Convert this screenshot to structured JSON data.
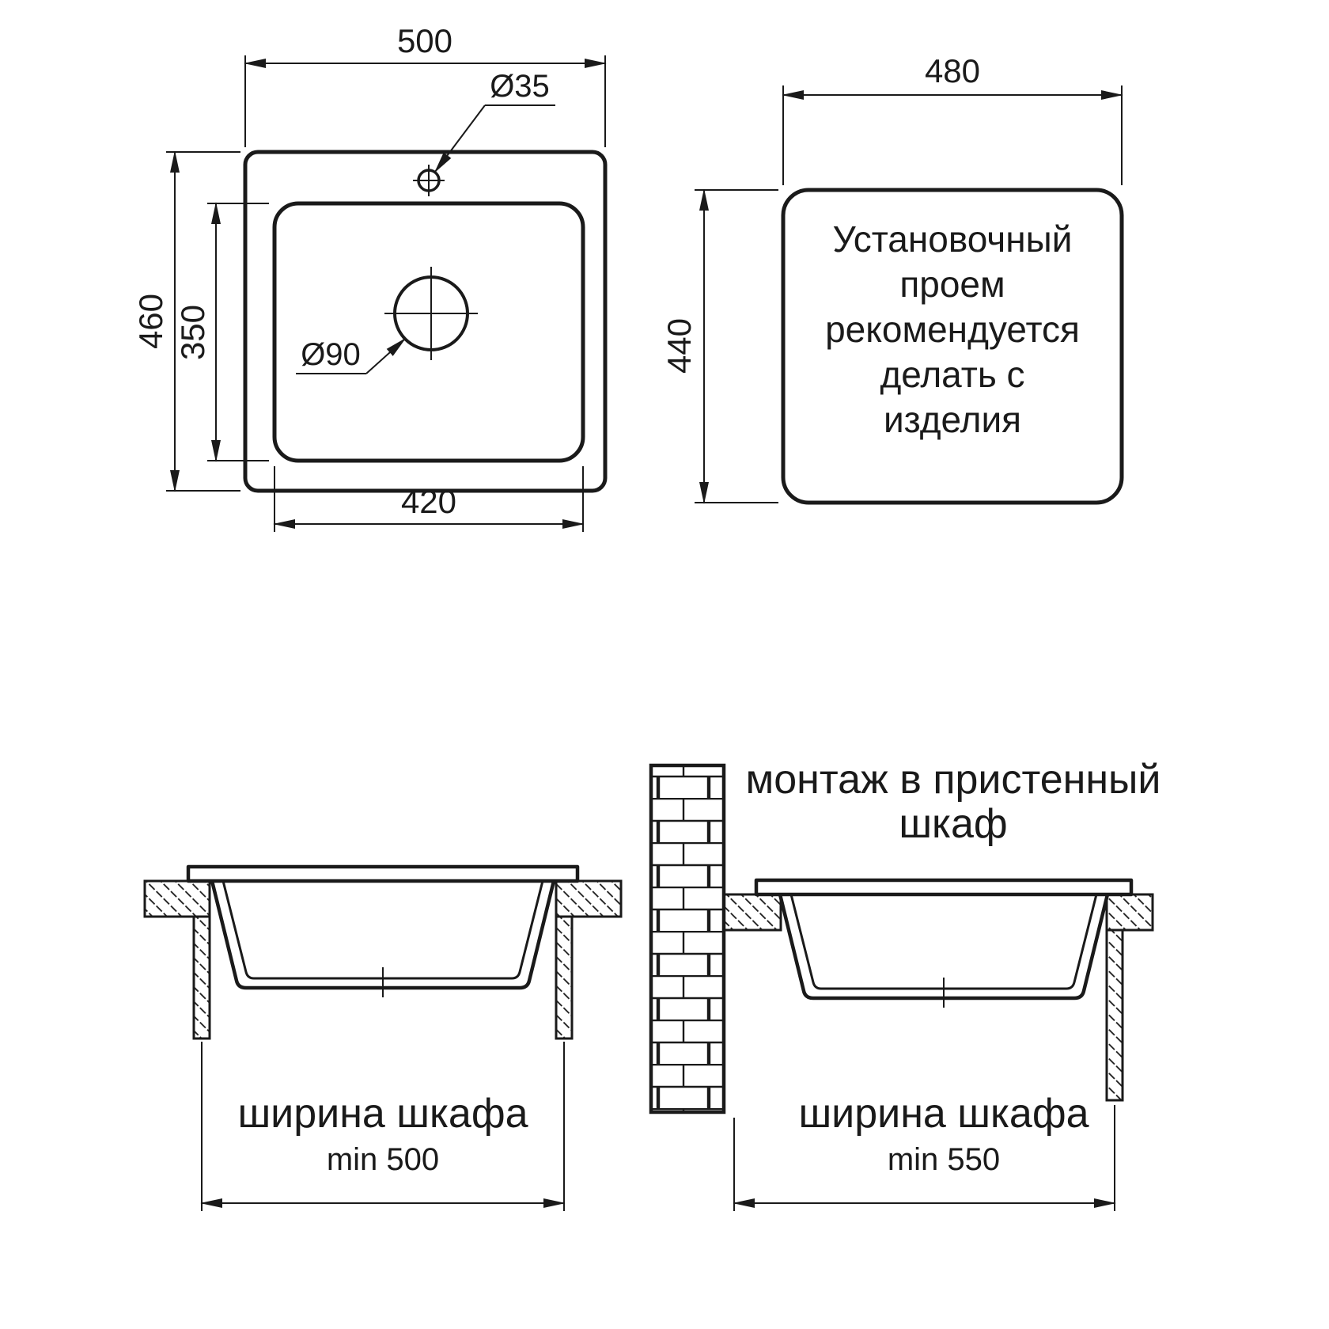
{
  "top_view": {
    "width": "500",
    "height": "460",
    "bowl_height": "350",
    "bowl_width": "420",
    "faucet_hole_diameter": "Ø35",
    "drain_diameter": "Ø90"
  },
  "installation_opening": {
    "width": "480",
    "height": "440",
    "note": [
      "Установочный",
      "проем",
      "рекомендуется",
      "делать с",
      "изделия"
    ]
  },
  "section_standard": {
    "cabinet_label": "ширина шкафа",
    "cabinet_min_width": "min 500"
  },
  "section_wall": {
    "title": [
      "монтаж в пристенный",
      "шкаф"
    ],
    "cabinet_label": "ширина шкафа",
    "cabinet_min_width": "min 550"
  }
}
